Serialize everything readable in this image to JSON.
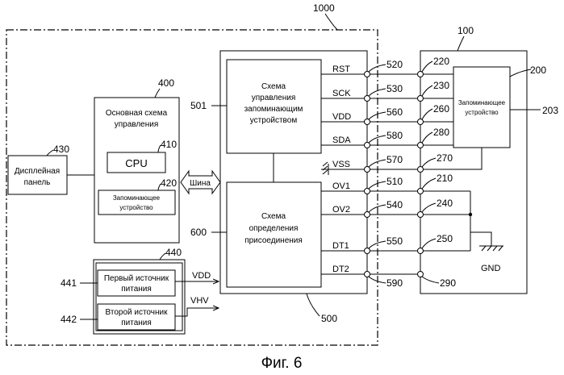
{
  "figure": {
    "caption": "Фиг. 6",
    "ref_1000": "1000",
    "ref_100": "100",
    "ref_200": "200",
    "ref_203": "203",
    "ref_400": "400",
    "ref_410": "410",
    "ref_420": "420",
    "ref_430": "430",
    "ref_440": "440",
    "ref_441": "441",
    "ref_442": "442",
    "ref_500": "500",
    "ref_501": "501",
    "ref_600": "600"
  },
  "blocks": {
    "display_panel": [
      "Дисплейная",
      "панель"
    ],
    "main_control": [
      "Основная схема",
      "управления"
    ],
    "cpu": "CPU",
    "main_memory": [
      "Запоминающее",
      "устройство"
    ],
    "bus": "Шина",
    "memory_control": [
      "Схема",
      "управления",
      "запоминающим",
      "устройством"
    ],
    "connection_detect": [
      "Схема",
      "определения",
      "присоединения"
    ],
    "power1": [
      "Первый источник",
      "питания"
    ],
    "power2": [
      "Второй источник",
      "питания"
    ],
    "power_vdd": "VDD",
    "power_vhv": "VHV",
    "cart_memory": [
      "Запоминающее",
      "устройство"
    ],
    "gnd": "GND"
  },
  "signals": [
    {
      "name": "RST",
      "left_ref": "520",
      "right_ref": "220"
    },
    {
      "name": "SCK",
      "left_ref": "530",
      "right_ref": "230"
    },
    {
      "name": "VDD",
      "left_ref": "560",
      "right_ref": "260"
    },
    {
      "name": "SDA",
      "left_ref": "580",
      "right_ref": "280"
    },
    {
      "name": "VSS",
      "left_ref": "570",
      "right_ref": "270"
    },
    {
      "name": "OV1",
      "left_ref": "510",
      "right_ref": "210"
    },
    {
      "name": "OV2",
      "left_ref": "540",
      "right_ref": "240"
    },
    {
      "name": "DT1",
      "left_ref": "550",
      "right_ref": "250"
    },
    {
      "name": "DT2",
      "left_ref": "590",
      "right_ref": "290"
    }
  ]
}
